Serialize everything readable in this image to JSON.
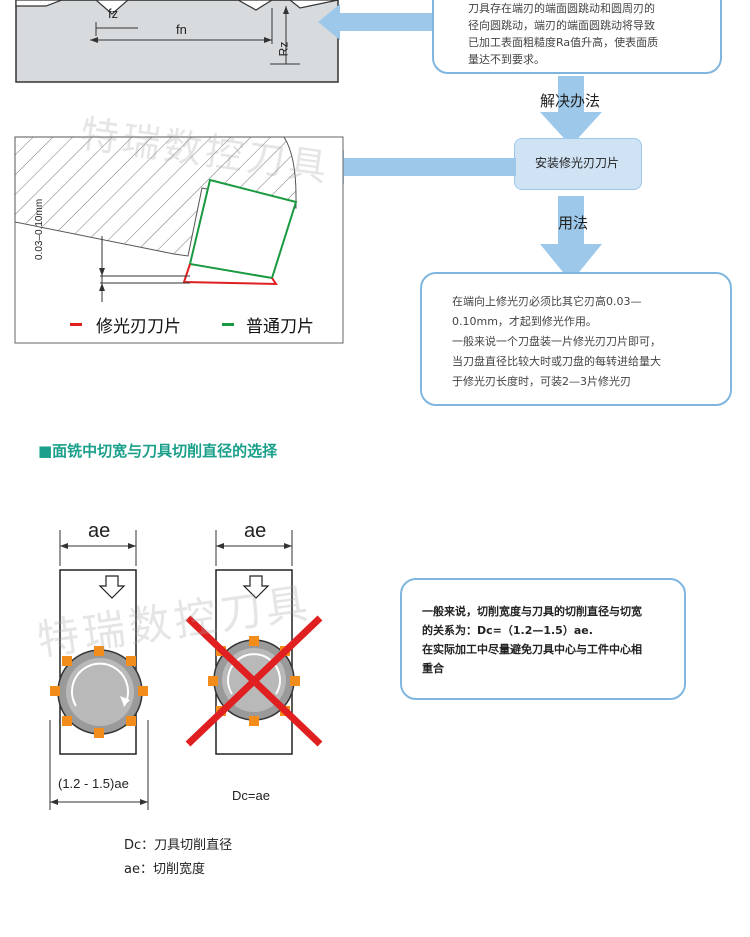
{
  "top_diagram": {
    "label_fz": "fz",
    "label_fn": "fn",
    "label_rz": "Rz"
  },
  "top_note": {
    "lines": [
      "刀具存在端刃的端面圆跳动和圆周刃的",
      "径向圆跳动，端刃的端面圆跳动将导致",
      "已加工表面粗糙度Ra值升高，使表面质",
      "量达不到要求。"
    ]
  },
  "flow": {
    "solution_label": "解决办法",
    "action_label": "安装修光刃刀片",
    "usage_label": "用法"
  },
  "wiper_diagram": {
    "dimension_label": "0.03–0.10mm",
    "legend": [
      {
        "label": "修光刃刀片",
        "color": "#e02020"
      },
      {
        "label": "普通刀片",
        "color": "#1a9a40"
      }
    ]
  },
  "usage_note": {
    "lines": [
      "在端向上修光刃必须比其它刃高0.03—",
      "0.10mm，才起到修光作用。",
      "一般来说一个刀盘装一片修光刃刀片即可，",
      "当刀盘直径比较大时或刀盘的每转进给量大",
      "于修光刃长度时，可装2—3片修光刃"
    ]
  },
  "section2": {
    "title": "■面铣中切宽与刀具切削直径的选择",
    "left_width_label": "ae",
    "right_width_label": "ae",
    "left_dc_label": "(1.2 - 1.5)ae",
    "right_dc_label": "Dc=ae",
    "note_lines": [
      "一般来说，切削宽度与刀具的切削直径与切宽",
      "的关系为：Dc=（1.2—1.5）ae.",
      "在实际加工中尽量避免刀具中心与工件中心相",
      "重合"
    ],
    "definitions": [
      "Dc：刀具切削直径",
      "ae：切削宽度"
    ]
  },
  "watermark": "特瑞数控刀具",
  "colors": {
    "accent_blue": "#7fb6e0",
    "arrow_blue": "#9dc8ea",
    "teal": "#1aa08a",
    "orange": "#f28c1a",
    "red": "#e02020",
    "green": "#1a9a40"
  }
}
